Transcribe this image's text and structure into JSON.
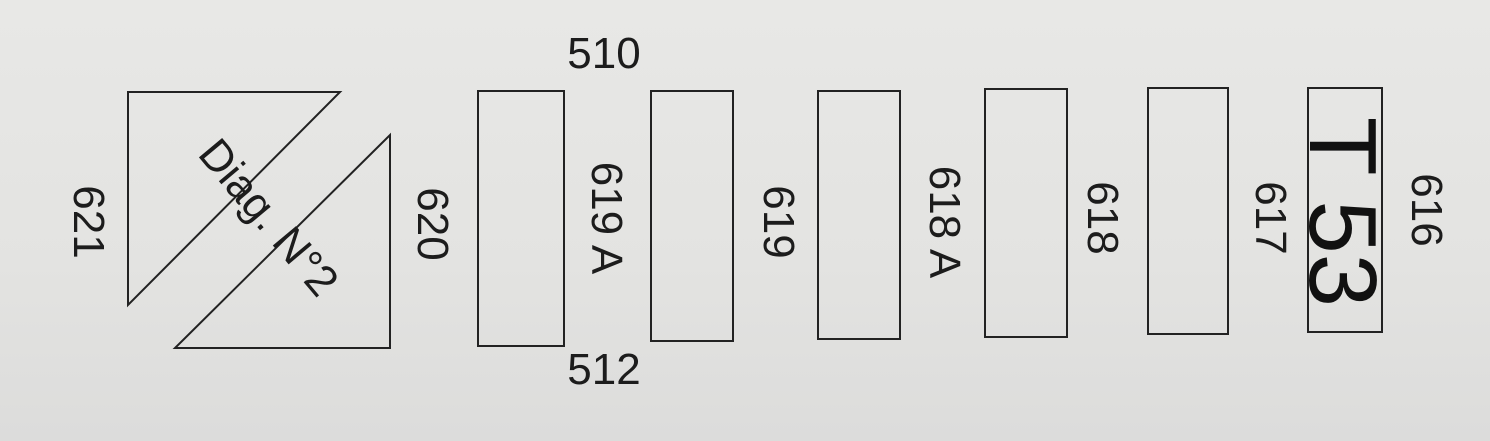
{
  "labels": {
    "top_510": "510",
    "bottom_512": "512",
    "l621": "621",
    "l620": "620",
    "l619a": "619 A",
    "l619": "619",
    "l618a": "618 A",
    "l618": "618",
    "l617": "617",
    "l616": "616",
    "diag": "Diag. N°2",
    "t53": "T 53"
  }
}
